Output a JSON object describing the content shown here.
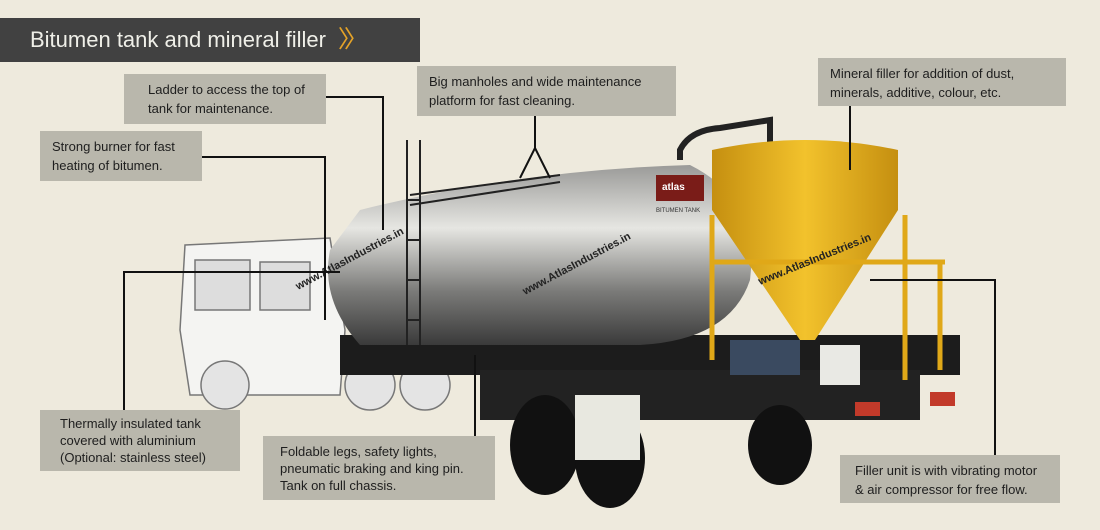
{
  "title": "Bitumen tank and mineral filler",
  "title_icon": "double-chevron-right-icon",
  "callouts": {
    "ladder": "Ladder to access the top of tank for maintenance.",
    "manholes": "Big manholes and wide maintenance platform for fast cleaning.",
    "mineral": "Mineral filler for addition of dust, minerals, additive, colour, etc.",
    "burner": "Strong burner for fast heating of bitumen.",
    "insulated": "Thermally insulated tank covered with aluminium (Optional: stainless steel)",
    "legs": "Foldable legs, safety lights, pneumatic braking and king pin. Tank on full chassis.",
    "filler": "Filler unit is with vibrating motor & air compressor for free flow."
  },
  "watermark": "www.AtlasIndustries.in",
  "tank_logo": "atlas",
  "tank_label": "BITUMEN TANK",
  "colors": {
    "background": "#eeeadd",
    "title_bar": "#414141",
    "accent": "#e5a328",
    "callout": "#b9b7ac",
    "hopper": "#e8b21c"
  }
}
